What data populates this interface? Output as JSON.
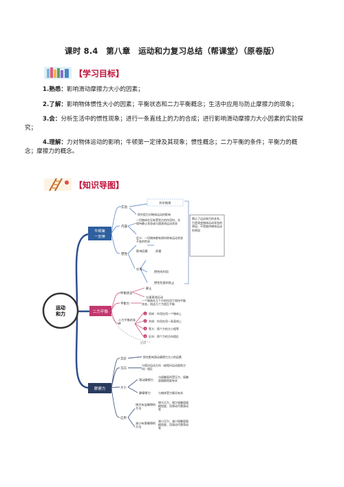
{
  "title": "课时 8.4　第八章　运动和力复习总结（帮课堂）（原卷版）",
  "section1": {
    "label": "【学习目标】"
  },
  "objectives": [
    {
      "prefix": "1.熟悉：",
      "text": "影响滑动摩擦力大小的因素；"
    },
    {
      "prefix": "2.了解：",
      "text": "影响物体惯性大小的因素；平衡状态和二力平衡概念；生活中应用与防止摩擦力的现象；"
    },
    {
      "prefix": "3.会：",
      "text": "分析生活中的惯性现象；进行一条直线上的力的合成；进行影响滑动摩擦力大小因素的实验探",
      "cont": "究；"
    },
    {
      "prefix": "4.理解：",
      "text": "力对物体运动的影响；牛顿第一定律及其现象；惯性概念；二力平衡的条件；平衡力的概",
      "cont": "念；摩擦力的概念。"
    }
  ],
  "section2": {
    "label": "【知识导图】"
  },
  "mindmap": {
    "root": "运动和力",
    "branches": {
      "newton": "牛顿第一定律",
      "balance": "二力平衡",
      "friction": "摩擦力"
    },
    "newton_nodes": {
      "experiment": "实验",
      "science": "科学推理",
      "explore": "探究阻力对物体运动的影响",
      "content": "内容",
      "content_text": "一切物体在没有受到力的作用时，总保持静止状态或匀速直线运动状态",
      "definition": "定义：一切物体都有保持原来运动状态不变的性质",
      "note": "揭示了运动和力的关系，力是改变物体运动状态的原因，不是维持物体运动的原因",
      "inertia": "惯性",
      "factor": "影响因素",
      "mass": "质量",
      "apply": "应用",
      "use": "惯性的利用",
      "prevent": "惯性危害的防止"
    },
    "balance_nodes": {
      "state": "平衡状态",
      "still": "静止",
      "uniform": "匀速直线运动",
      "balance": "平衡力",
      "balance_text": "一个物体在几个力的作用下保持平衡状态，则这几个力相互平衡",
      "conditions": "二力平衡的条件",
      "c1": "同体：作用在同一个物体上",
      "c2": "共线：作用在同一条直线上",
      "c3": "等大：两个力的大小相等",
      "c4": "反向：两个力的方向相反",
      "apply": "应用"
    },
    "friction_nodes": {
      "concept": "实验",
      "concept_text": "探究影响滑动摩擦力大小的因素",
      "direction": "方向",
      "direction_text": "与相对运动方向（或相对运动趋势方向）相反",
      "size": "大小",
      "sliding": "滑动摩擦力",
      "sliding_text": "与接触面所受压力、接触面粗糙程度有关",
      "static": "静摩擦力",
      "static_text": "与物体受力情况有关",
      "apply": "应用",
      "increase": "增大有益摩擦的方法",
      "increase_text": "增大压力、增大接触面粗糙程度、用滑动代替滚动等",
      "decrease": "减小有害摩擦的方法",
      "decrease_text": "减小压力、减小接触面粗糙程度、用滚动代替滑动等"
    }
  }
}
